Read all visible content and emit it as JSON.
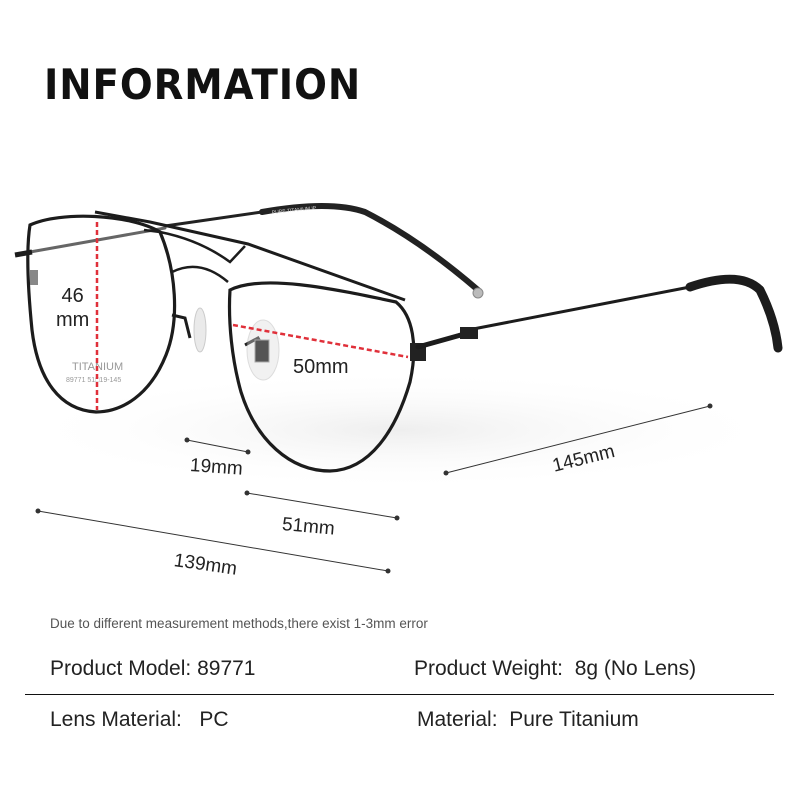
{
  "title": "INFORMATION",
  "frame_imprint": {
    "brand": "TITANIUM",
    "code": "89771 51□19-145",
    "temple": "PURE TITANIUM IP"
  },
  "dimensions": {
    "lens_height": {
      "value": "46",
      "unit": "mm"
    },
    "lens_width_diag": "50mm",
    "bridge": "19mm",
    "lens_width": "51mm",
    "frame_width": "139mm",
    "temple_length": "145mm"
  },
  "note": "Due to different measurement methods,there exist 1-3mm error",
  "specs": {
    "model": {
      "label": "Product Model:",
      "value": "89771"
    },
    "weight": {
      "label": "Product Weight:",
      "value": "8g (No Lens)"
    },
    "lens_material": {
      "label": "Lens Material:",
      "value": "PC"
    },
    "material": {
      "label": "Material:",
      "value": "Pure Titanium"
    }
  },
  "colors": {
    "frame": "#1c1c1c",
    "measure_red": "#e0303a",
    "text": "#222222"
  }
}
